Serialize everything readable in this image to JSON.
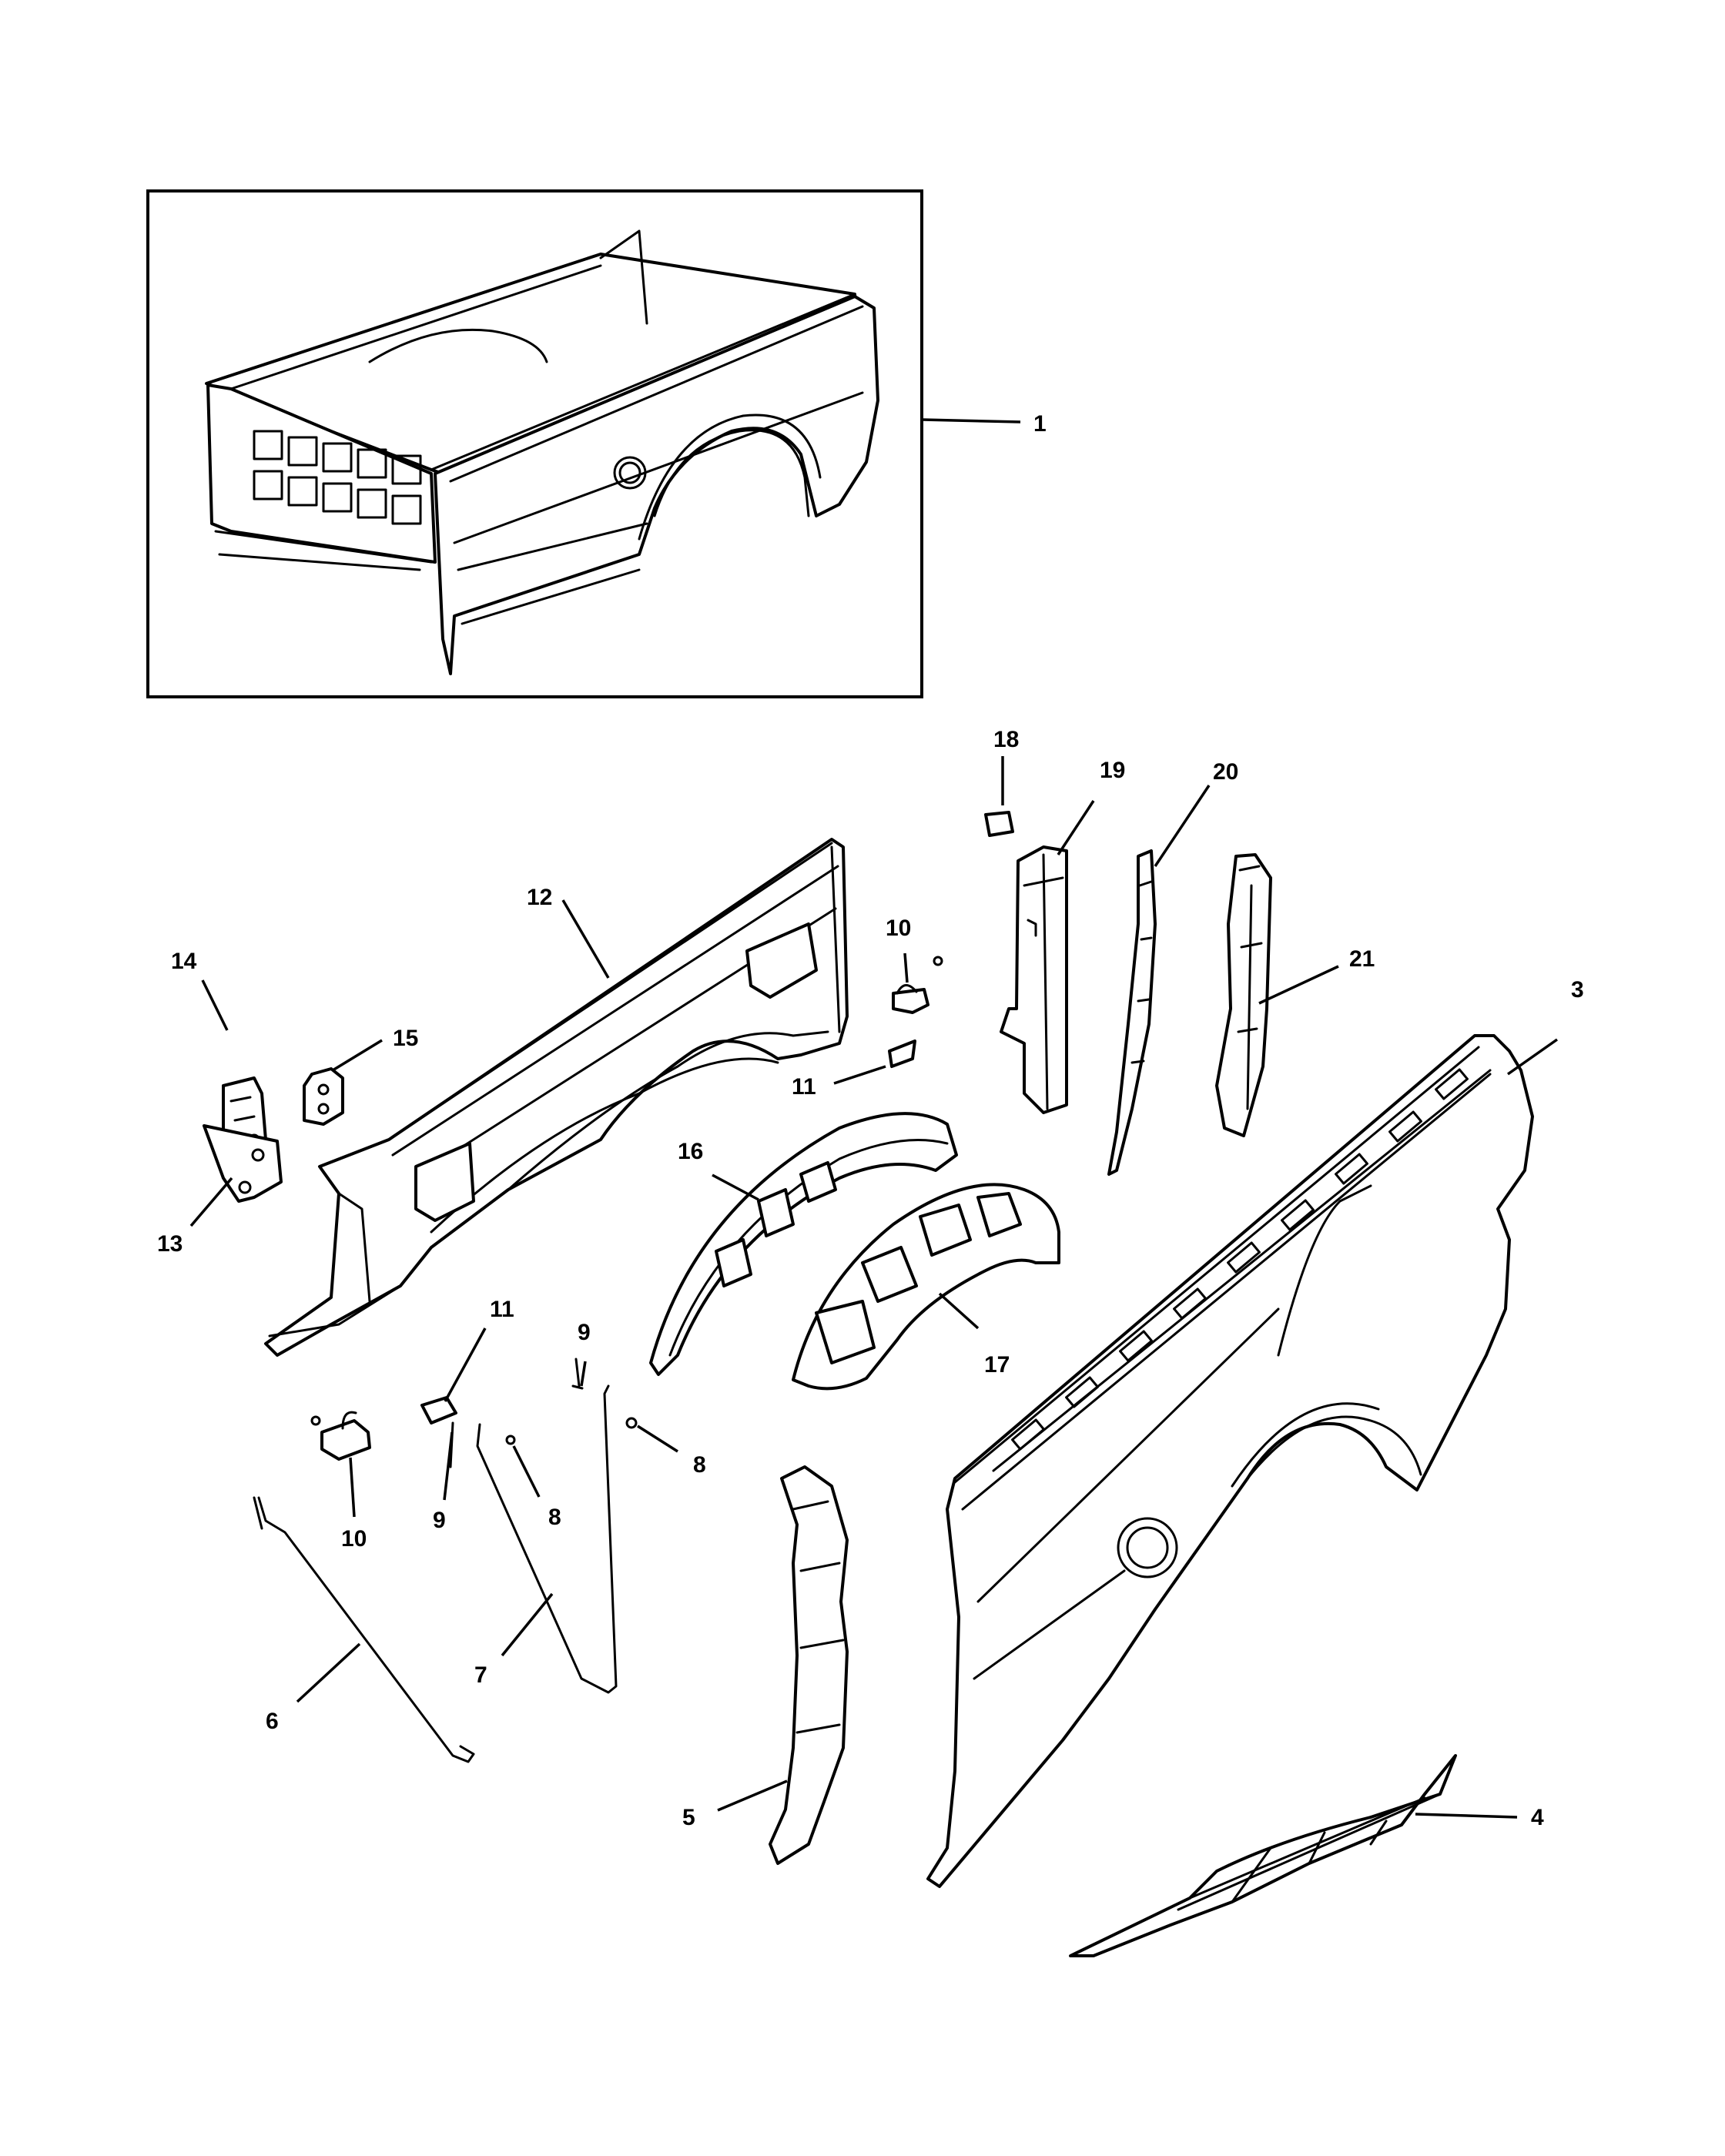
{
  "diagram": {
    "callouts": [
      {
        "id": "c1",
        "label": "1"
      },
      {
        "id": "c3",
        "label": "3"
      },
      {
        "id": "c4",
        "label": "4"
      },
      {
        "id": "c5",
        "label": "5"
      },
      {
        "id": "c6",
        "label": "6"
      },
      {
        "id": "c7",
        "label": "7"
      },
      {
        "id": "c8a",
        "label": "8"
      },
      {
        "id": "c8b",
        "label": "8"
      },
      {
        "id": "c9a",
        "label": "9"
      },
      {
        "id": "c9b",
        "label": "9"
      },
      {
        "id": "c10a",
        "label": "10"
      },
      {
        "id": "c10b",
        "label": "10"
      },
      {
        "id": "c11a",
        "label": "11"
      },
      {
        "id": "c11b",
        "label": "11"
      },
      {
        "id": "c12",
        "label": "12"
      },
      {
        "id": "c13",
        "label": "13"
      },
      {
        "id": "c14",
        "label": "14"
      },
      {
        "id": "c15",
        "label": "15"
      },
      {
        "id": "c16",
        "label": "16"
      },
      {
        "id": "c17",
        "label": "17"
      },
      {
        "id": "c18",
        "label": "18"
      },
      {
        "id": "c19",
        "label": "19"
      },
      {
        "id": "c20",
        "label": "20"
      },
      {
        "id": "c21",
        "label": "21"
      }
    ]
  }
}
